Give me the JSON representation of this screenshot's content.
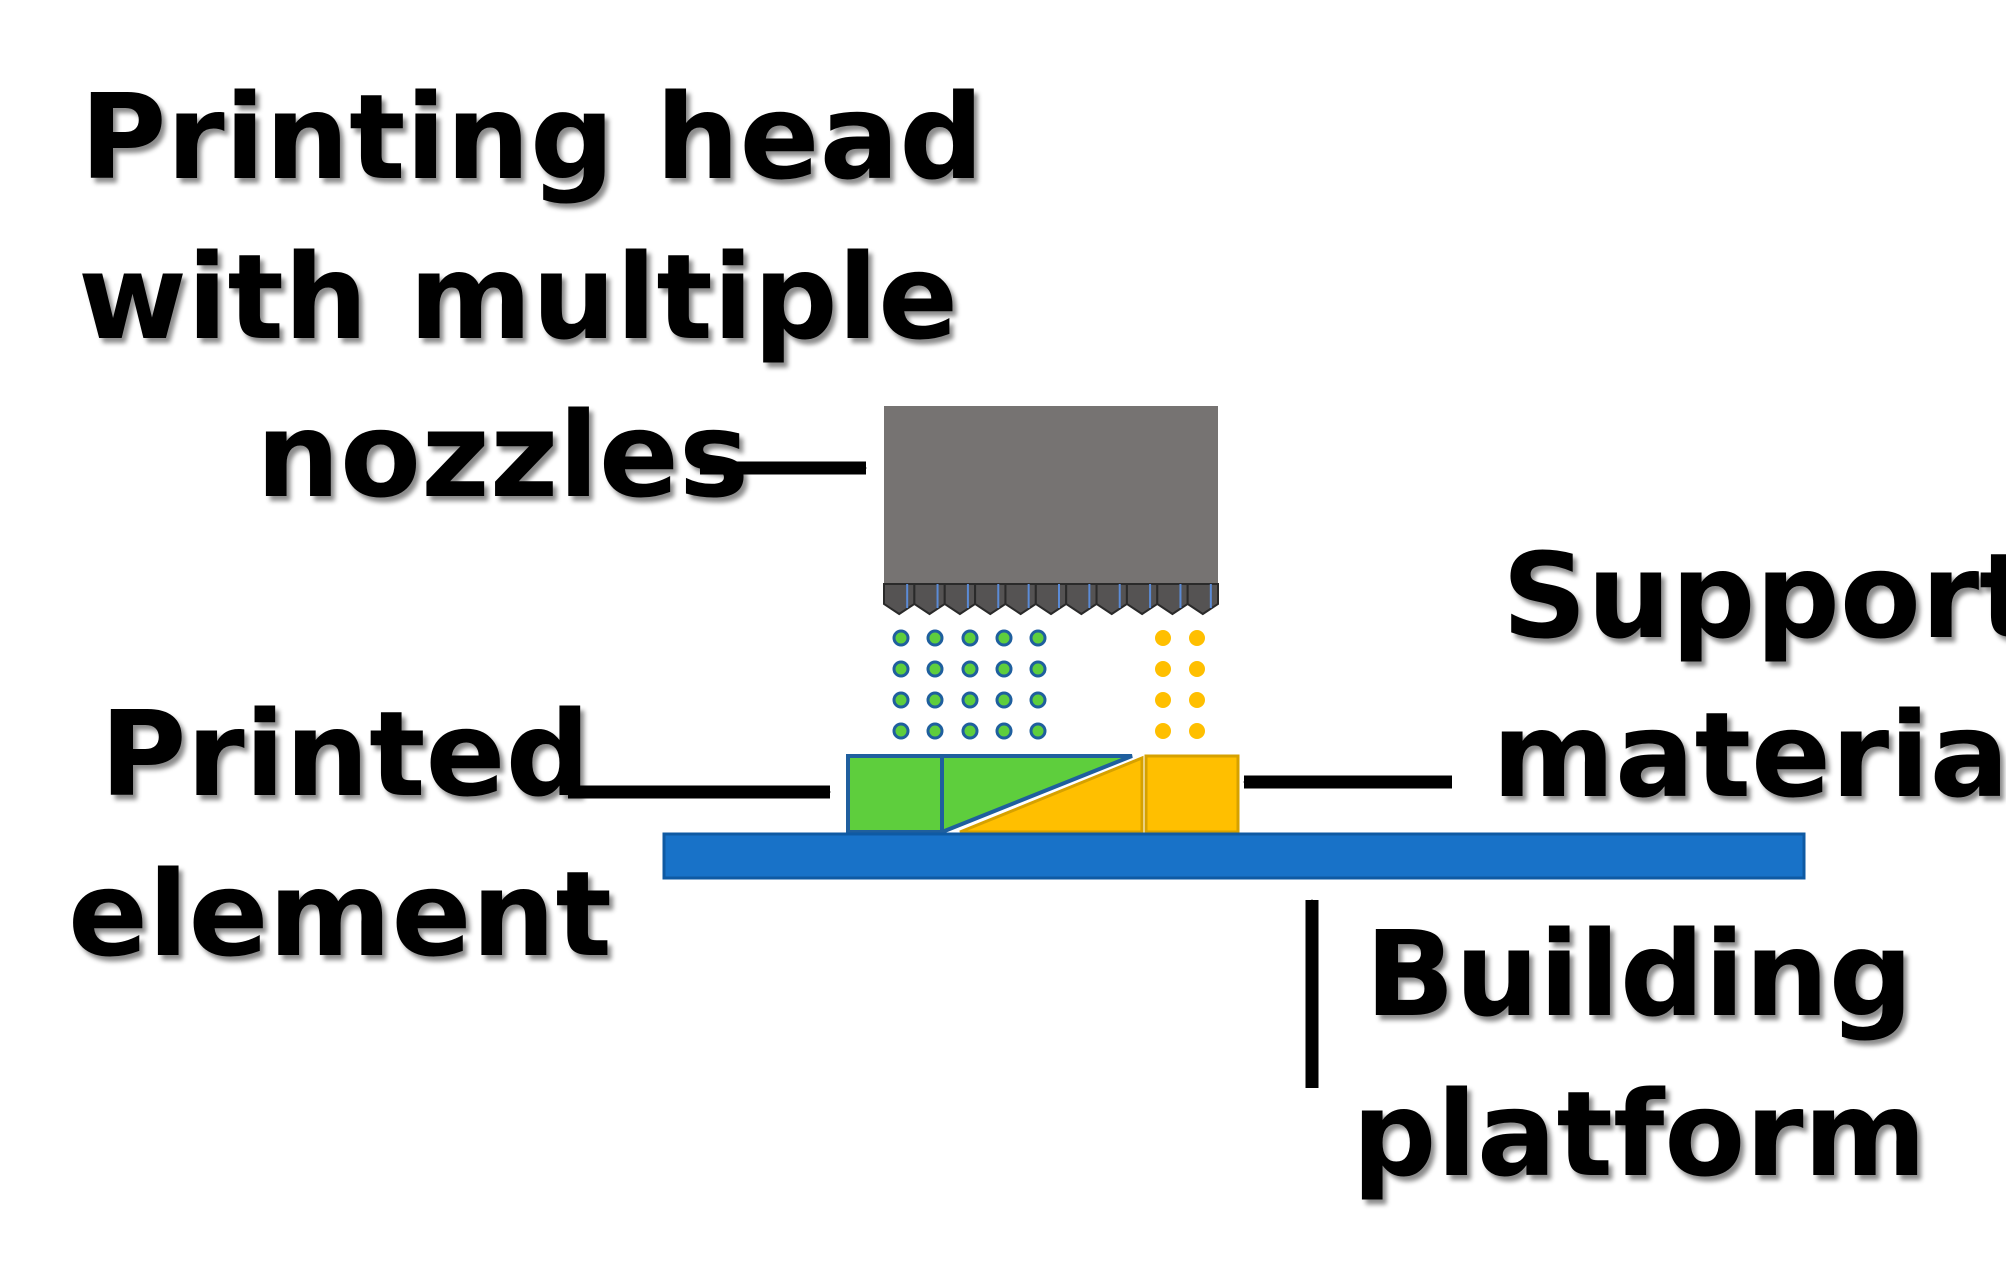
{
  "labels": {
    "printing_head": [
      "Printing head",
      "with multiple",
      "nozzles"
    ],
    "printed_element": [
      "Printed",
      "element"
    ],
    "support_material": [
      "Support",
      "material"
    ],
    "building_platform": [
      "Building",
      "platform"
    ]
  },
  "colors": {
    "head": "#767372",
    "nozzle": "#555353",
    "nozzle_line": "#5b8bd6",
    "build_material": "#5ece3d",
    "build_outline": "#1f5f9e",
    "support_material": "#ffbf00",
    "support_outline": "#d6a100",
    "platform": "#1872c8",
    "droplet_build_fill": "#5ece3d",
    "droplet_build_stroke": "#1f5f9e",
    "droplet_support": "#ffbf00",
    "arrow": "#000000",
    "text": "#000000"
  }
}
